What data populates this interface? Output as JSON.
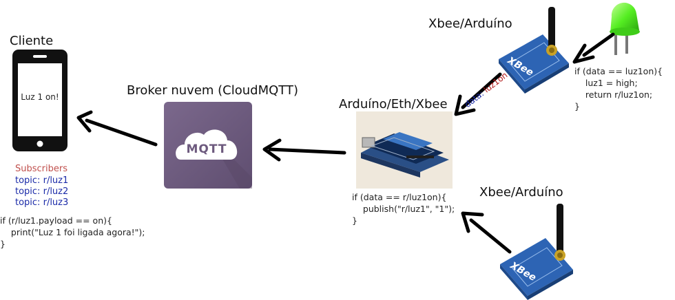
{
  "cliente": {
    "title": "Cliente",
    "screen_text": "Luz 1 on!",
    "subscribers_label": "Subscribers",
    "topics": [
      {
        "key": "topic:",
        "value": "r/luz1"
      },
      {
        "key": "topic:",
        "value": "r/luz2"
      },
      {
        "key": "topic:",
        "value": "r/luz3"
      }
    ],
    "code": "if (r/luz1.payload == on){\n    print(\"Luz 1 foi ligada agora!\");\n}"
  },
  "broker": {
    "title": "Broker nuvem (CloudMQTT)",
    "logo_text": "MQTT",
    "tile_color": "#6d5a7e"
  },
  "gateway": {
    "title": "Arduíno/Eth/Xbee",
    "code": "if (data == r/luz1on){\n    publish(\"r/luz1\", \"1\");\n}"
  },
  "xbee_top": {
    "title": "Xbee/Arduíno",
    "code": "if (data == luz1on){\n    luz1 = high;\n    return r/luz1on;\n}",
    "chip_label": "XBee",
    "board_color": "#2d64b4"
  },
  "xbee_bottom": {
    "title": "Xbee/Arduíno",
    "chip_label": "XBee"
  },
  "link_label": {
    "prefix": "data:",
    "value": "luz1on"
  },
  "led_color": "#55ee22"
}
